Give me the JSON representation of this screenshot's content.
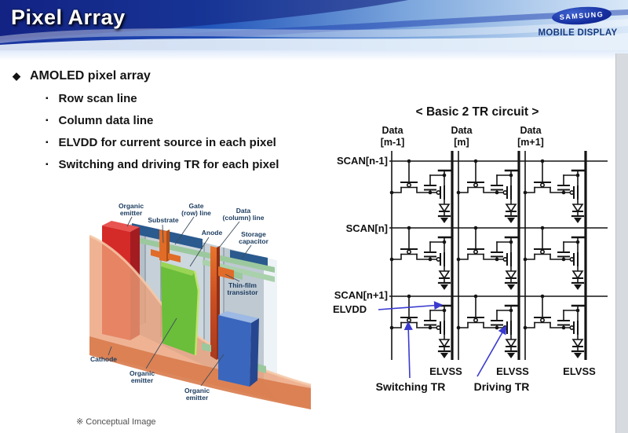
{
  "header": {
    "title": "Pixel Array",
    "logo_text": "SAMSUNG",
    "brand_subtitle": "MOBILE DISPLAY",
    "colors": {
      "banner_dark": "#16288f",
      "banner_mid": "#2a5dc0",
      "banner_light": "#d5e5f6"
    }
  },
  "bullets": {
    "main_marker": "◆",
    "item_marker": "▪",
    "main": "AMOLED pixel array",
    "items": [
      "Row scan line",
      "Column data line",
      "ELVDD for current source in each pixel",
      "Switching and driving TR for each pixel"
    ]
  },
  "conceptual_figure": {
    "caption": "※ Conceptual Image",
    "labels": {
      "organic_line1": "Organic",
      "organic_line2": "emitter",
      "substrate": "Substrate",
      "gate_line1": "Gate",
      "gate_line2": "(row) line",
      "data_line1": "Data",
      "data_line2": "(column) line",
      "anode": "Anode",
      "storage_line1": "Storage",
      "storage_line2": "capacitor",
      "tft_line1": "Thin-film",
      "tft_line2": "transistor",
      "cathode": "Cathode"
    },
    "colors": {
      "red_emitter": "#d42a28",
      "green_emitter": "#6abe3a",
      "blue_emitter": "#3a66bd",
      "cathode_sheet": "#eb9d76",
      "substrate_gray": "#c6d0d8",
      "line_orange": "#e06c28",
      "cap_navy": "#2a5a8e",
      "gate_sage": "#9cc89e"
    }
  },
  "circuit": {
    "title": "< Basic 2 TR circuit >",
    "data_word": "Data",
    "data_indices": [
      "[m-1]",
      "[m]",
      "[m+1]"
    ],
    "scan_labels": [
      "SCAN[n-1]",
      "SCAN[n]",
      "SCAN[n+1]"
    ],
    "elvdd": "ELVDD",
    "elvss": "ELVSS",
    "switching": "Switching TR",
    "driving": "Driving TR",
    "arrow_color": "#3a3ad0",
    "line_color": "#141414"
  }
}
